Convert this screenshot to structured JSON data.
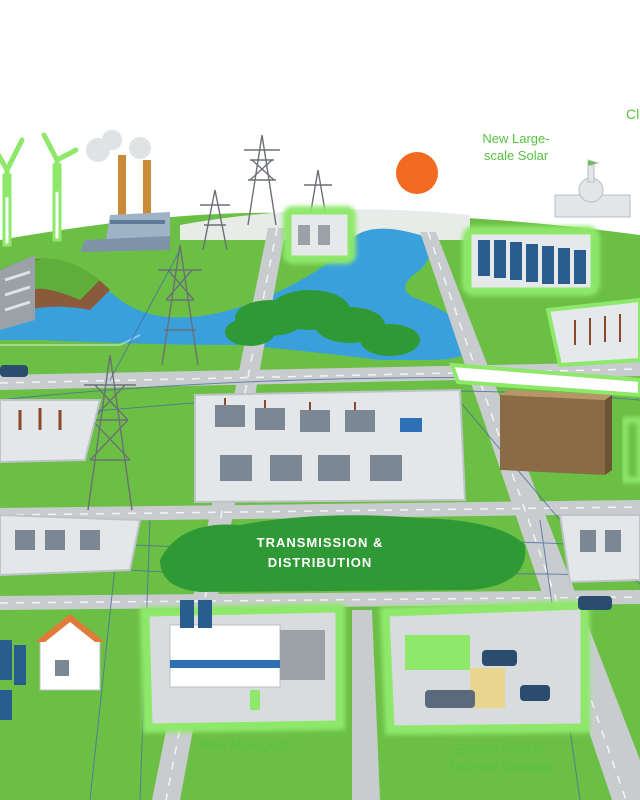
{
  "labels": {
    "clipped_top_right": "Cl",
    "solar": "New Large-\nscale Solar",
    "transmission": "TRANSMISSION &\nDISTRIBUTION",
    "microgrids": "New Microgrids",
    "ev": "Electric Vehicle\nTwo-way charging"
  },
  "colors": {
    "grass": "#6cbf45",
    "highlight": "#8ee86a",
    "road": "#c9ccce",
    "water": "#3aa0dc",
    "sun": "#f26b21",
    "tree": "#2f9a35",
    "label_green": "#56c23f"
  },
  "icons": [
    "wind-turbine-icon",
    "power-plant-icon",
    "dam-icon",
    "transmission-tower-icon",
    "substation-icon",
    "sun-icon",
    "solar-farm-icon",
    "capitol-building-icon",
    "warehouse-icon",
    "house-icon",
    "microgrid-building-icon",
    "ev-charging-station-icon",
    "car-icon",
    "tree-cluster-icon"
  ]
}
